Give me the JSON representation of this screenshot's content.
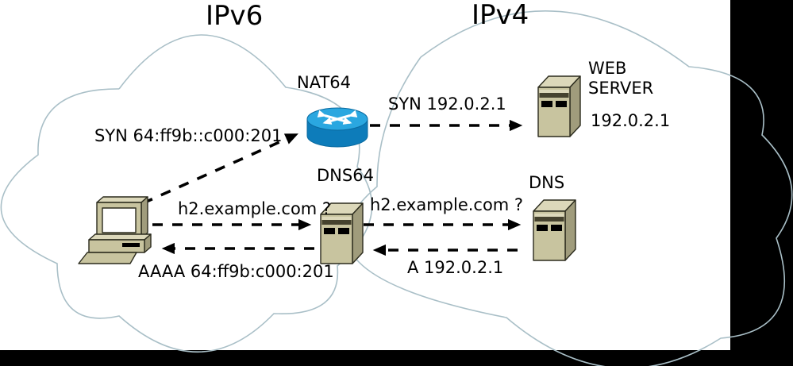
{
  "diagram": {
    "title_ipv6": "IPv6",
    "title_ipv4": "IPv4",
    "labels": {
      "nat64": "NAT64",
      "dns64": "DNS64",
      "dns": "DNS",
      "web_server_line1": "WEB",
      "web_server_line2": "SERVER",
      "web_server_ip": "192.0.2.1"
    },
    "messages": {
      "syn_ipv6": "SYN 64:ff9b::c000:201",
      "syn_ipv4": "SYN 192.0.2.1",
      "dns_query_host": "h2.example.com ?",
      "dns_query_forward": "h2.example.com ?",
      "dns_reply_aaaa": "AAAA 64:ff9b:c000:201",
      "dns_reply_a": "A 192.0.2.1"
    },
    "icons": {
      "router": "nat64-router-icon",
      "host": "host-computer-icon",
      "servers": "server-tower-icon"
    },
    "colors": {
      "background": "#000000",
      "canvas": "#ffffff",
      "cloud_stroke": "#a9bfc7",
      "arrow": "#000000",
      "router_top": "#2aa7e0",
      "router_body": "#0d7cba",
      "server_front": "#c8c49f",
      "server_top": "#dcd8ba",
      "server_side": "#a09c7c",
      "server_band": "#45422e",
      "screen": "#ffffff",
      "slot": "#000000"
    }
  }
}
